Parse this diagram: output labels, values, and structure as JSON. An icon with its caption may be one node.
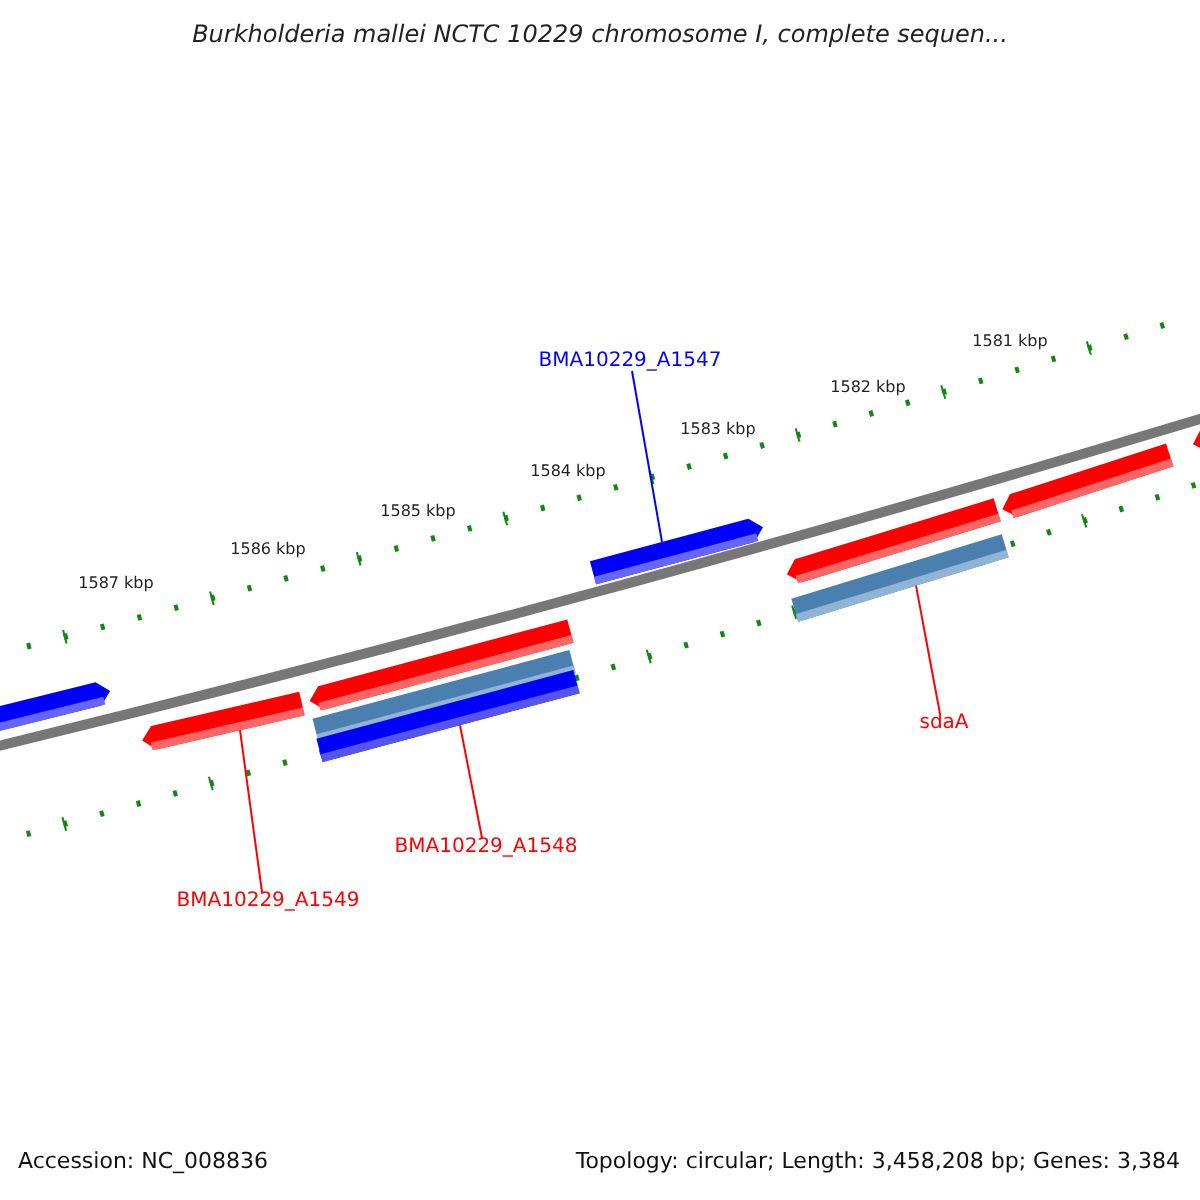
{
  "diagram": {
    "title": "Burkholderia mallei NCTC 10229 chromosome I, complete sequen...",
    "nodes": [
      {
        "text": [
          "BMA10229_A1547"
        ]
      },
      {
        "text": [],
        "shape": "arrow"
      },
      {
        "text": [],
        "shape": "bar"
      },
      {
        "text": [],
        "shape": "bar"
      },
      {
        "text": [],
        "shape": "arrow"
      },
      {
        "text": [
          "sdaA"
        ]
      },
      {
        "text": [
          "BMA10229_A1548"
        ]
      },
      {
        "text": [
          "BMA10229_A1549"
        ]
      }
    ],
    "edges": [
      {
        "from": 0,
        "to": 1,
        "arrow": "none",
        "color": "#0000ff"
      },
      {
        "from": 5,
        "to": 2,
        "arrow": "none"
      },
      {
        "from": 6,
        "to": 3,
        "arrow": "none"
      },
      {
        "from": 7,
        "to": 4,
        "arrow": "none"
      }
    ],
    "labels": [
      "1581 kbp",
      "1582 kbp",
      "1583 kbp",
      "1584 kbp",
      "1585 kbp",
      "1586 kbp",
      "1587 kbp",
      "Accession: NC_008836",
      "Topology: circular; Length: 3,458,208 bp; Genes: 3,384"
    ]
  }
}
